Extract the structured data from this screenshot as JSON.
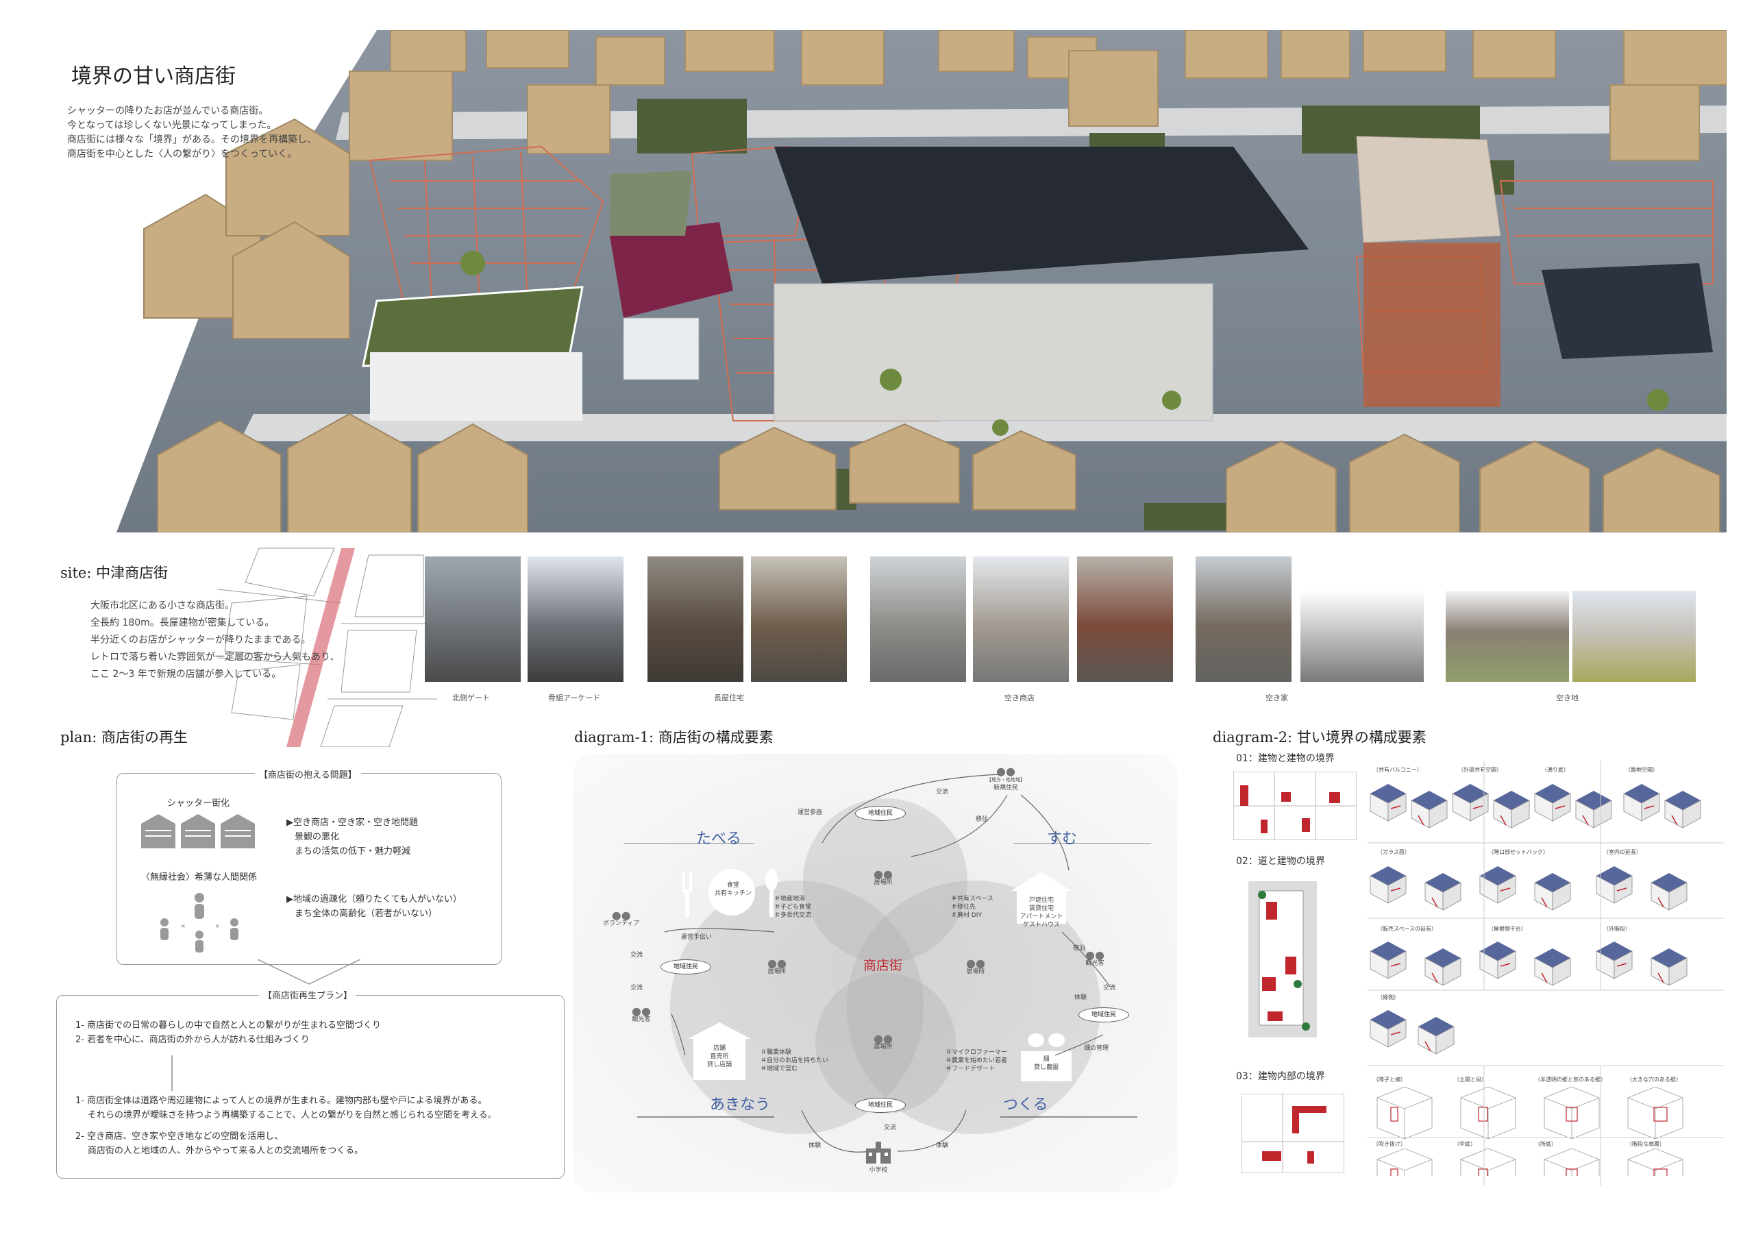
{
  "header": {
    "title": "境界の甘い商店街",
    "intro": [
      "シャッターの降りたお店が並んでいる商店街。",
      "今となっては珍しくない光景になってしまった。",
      "商店街には様々な「境界」がある。その境界を再構築し、",
      "商店街を中心とした〈人の繋がり〉をつくっていく。"
    ]
  },
  "site": {
    "heading": "site: 中津商店街",
    "lines": [
      "大阪市北区にある小さな商店街。",
      "全長約 180m。長屋建物が密集している。",
      "半分近くのお店がシャッターが降りたままである。",
      "レトロで落ち着いた雰囲気が一定層の客から人気もあり、",
      "ここ 2〜3 年で新規の店舗が参入している。"
    ],
    "captions": [
      "北側ゲート",
      "骨組アーケード",
      "長屋住宅",
      "空き商店",
      "空き家",
      "空き地"
    ]
  },
  "plan": {
    "heading": "plan: 商店街の再生",
    "problems_label": "【商店街の抱える問題】",
    "shutter_label": "シャッター街化",
    "shutter_points": [
      "▶空き商店・空き家・空き地問題",
      "景観の悪化",
      "まちの活気の低下・魅力軽減"
    ],
    "muen_label": "〈無縁社会〉希薄な人間関係",
    "muen_points": [
      "▶地域の過疎化（頼りたくても人がいない）",
      "まち全体の高齢化（若者がいない）"
    ],
    "plan_label": "【商店街再生プラン】",
    "plan_items": [
      "1- 商店街での日常の暮らしの中で自然と人との繋がりが生まれる空間づくり",
      "2- 若者を中心に、商店街の外から人が訪れる仕組みづくり"
    ],
    "detail_items": [
      "1- 商店街全体は道路や周辺建物によって人との境界が生まれる。建物内部も壁や戸による境界がある。",
      "それらの境界が曖昧さを持つよう再構築することで、人との繋がりを自然と感じられる空間を考える。",
      "2- 空き商店、空き家や空き地などの空間を活用し、",
      "商店街の人と地域の人、外からやって来る人との交流場所をつくる。"
    ]
  },
  "diagram1": {
    "heading": "diagram-1: 商店街の構成要素",
    "center": "商店街",
    "quadrants": [
      "たべる",
      "すむ",
      "あきなう",
      "つくる"
    ],
    "place": "居場所",
    "badge": "地域住民",
    "people": {
      "new": "新規住民",
      "new_tag": "【地方・他地域】",
      "volunteer": "ボランティア",
      "tourist": "観光客",
      "school": "小学校"
    },
    "arrows": {
      "unei": "運営参画",
      "koryu": "交流",
      "iju": "移住",
      "tetsudai": "運営手伝い",
      "shukuhaku": "宿泊",
      "taiken": "体験",
      "hatake": "畑の管理"
    },
    "eat": {
      "icon_text": [
        "食堂",
        "共有キッチン"
      ],
      "tags": [
        "＃地産地消",
        "＃子ども食堂",
        "＃多世代交流"
      ]
    },
    "live": {
      "icon_text": [
        "戸建住宅",
        "賃貸住宅",
        "アパートメント",
        "ゲストハウス"
      ],
      "tags": [
        "＃共有スペース",
        "＃移住先",
        "＃廃材 DIY"
      ]
    },
    "sell": {
      "icon_text": [
        "店舗",
        "直売所",
        "貸し店舗"
      ],
      "tags": [
        "＃職業体験",
        "＃自分のお店を持ちたい",
        "＃地域で営む"
      ]
    },
    "make": {
      "icon_text": [
        "畑",
        "貸し農園"
      ],
      "tags": [
        "＃マイクロファーマー",
        "＃農業を始めたい若者",
        "＃フードデザート"
      ]
    }
  },
  "diagram2": {
    "heading": "diagram-2: 甘い境界の構成要素",
    "sections": [
      "01：建物と建物の境界",
      "02：道と建物の境界",
      "03：建物内部の境界"
    ],
    "row1": [
      "（共有バルコニー）",
      "（外部共有空間）",
      "（通り庭）",
      "（路地空間）"
    ],
    "row2": [
      "（ガラス面）",
      "（階口部セットバック）",
      "（室内の延長）"
    ],
    "row3": [
      "（販売スペースの延長）",
      "（屋根物干台）",
      "（外階段）"
    ],
    "row4": [
      "（縁側）"
    ],
    "row5": [
      "（障子と襖）",
      "（土間と段）",
      "（半透明の壁と窓のある壁）",
      "（大きな穴のある壁）"
    ],
    "row6": [
      "（吹き抜け）",
      "（中庭）",
      "（所庭）",
      "（階段な廊層）"
    ]
  },
  "colors": {
    "accent": "#c0262b",
    "blue": "#3f5fa3",
    "roof": "#3a4c8a",
    "model_bg": "#7d8792"
  }
}
